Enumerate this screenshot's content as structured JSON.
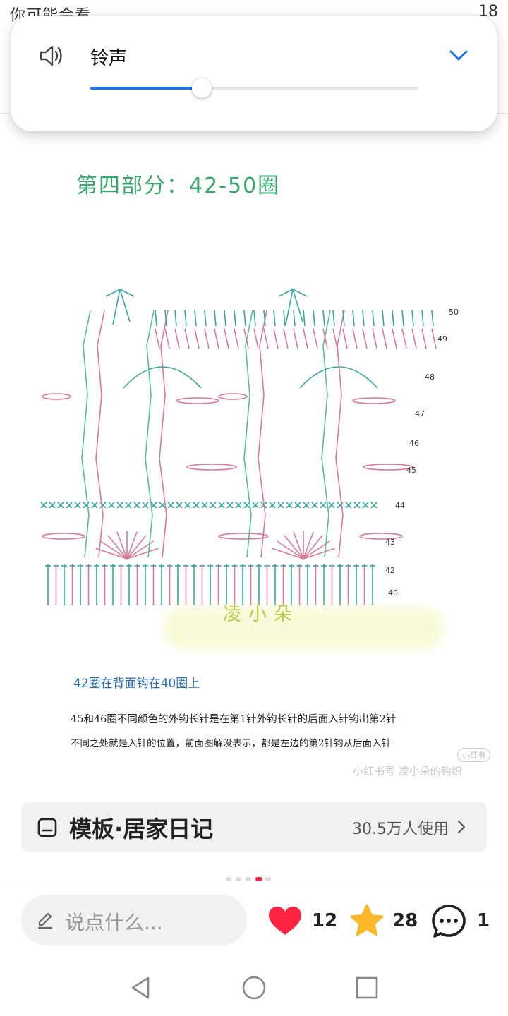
{
  "status_bar": {
    "left_text": "你可能会看",
    "right_text": "18"
  },
  "volume_panel": {
    "label": "铃声",
    "level_percent": 34,
    "accent_color": "#1a73e8",
    "icons": {
      "speaker": "speaker-volume-icon",
      "expand": "chevron-down-icon"
    }
  },
  "content_image": {
    "title": "第四部分：42-50圈",
    "row_labels": [
      "50",
      "49",
      "48",
      "47",
      "46",
      "45",
      "44",
      "43",
      "42",
      "40"
    ],
    "watermark": "凌小朵",
    "note_1": "42圈在背面钩在40圈上",
    "note_2": "45和46圈不同颜色的外钩长针是在第1针外钩长针的后面入针钩出第2针",
    "note_3": "不同之处就是入针的位置，前面图解没表示，都是左边的第2针钩从后面入针",
    "corner_watermark": "小红书号 凌小朵的钩织",
    "corner_badge": "小红书"
  },
  "template_bar": {
    "icon": "template-icon",
    "title": "模板·居家日记",
    "usage": "30.5万人使用"
  },
  "pager": {
    "count": 5,
    "active_index": 3,
    "active_color": "#ff2442"
  },
  "bottom_bar": {
    "comment_placeholder": "说点什么...",
    "like_count": "12",
    "favorite_count": "28",
    "comment_count": "1",
    "like_color": "#ff2442",
    "favorite_color": "#fbb829"
  },
  "nav": {
    "back": "back-triangle-icon",
    "home": "home-circle-icon",
    "recents": "recents-square-icon"
  }
}
